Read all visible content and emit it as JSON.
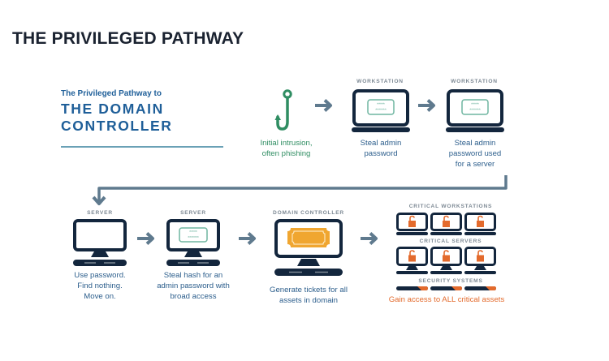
{
  "page_title": "THE PRIVILEGED PATHWAY",
  "intro": {
    "subtitle": "The Privileged Pathway to",
    "title_line1": "THE DOMAIN",
    "title_line2": "CONTROLLER"
  },
  "colors": {
    "navy": "#13263d",
    "arrow": "#5f7a8e",
    "green": "#2f8d62",
    "teal_field": "#6fb5a0",
    "gold": "#f0a630",
    "orange": "#e36a2c",
    "heading_blue": "#1f5f99"
  },
  "steps_row1": [
    {
      "icon": "fishing-hook-icon",
      "label": "",
      "caption": [
        "Initial intrusion,",
        "often phishing"
      ]
    },
    {
      "icon": "laptop-password-icon",
      "label": "WORKSTATION",
      "caption": [
        "Steal admin",
        "password"
      ]
    },
    {
      "icon": "laptop-password-icon",
      "label": "WORKSTATION",
      "caption": [
        "Steal admin",
        "password used",
        "for a server"
      ]
    }
  ],
  "steps_row2": [
    {
      "icon": "monitor-empty-icon",
      "label": "SERVER",
      "caption": [
        "Use password.",
        "Find nothing.",
        "Move on."
      ]
    },
    {
      "icon": "monitor-password-icon",
      "label": "SERVER",
      "caption": [
        "Steal hash for an",
        "admin password with",
        "broad access"
      ]
    },
    {
      "icon": "monitor-ticket-icon",
      "label": "DOMAIN CONTROLLER",
      "caption": [
        "Generate tickets for all",
        "assets in domain"
      ]
    }
  ],
  "critical": {
    "workstations_label": "CRITICAL WORKSTATIONS",
    "servers_label": "CRITICAL SERVERS",
    "security_label": "SECURITY SYSTEMS",
    "caption": "Gain access to ALL critical assets"
  }
}
